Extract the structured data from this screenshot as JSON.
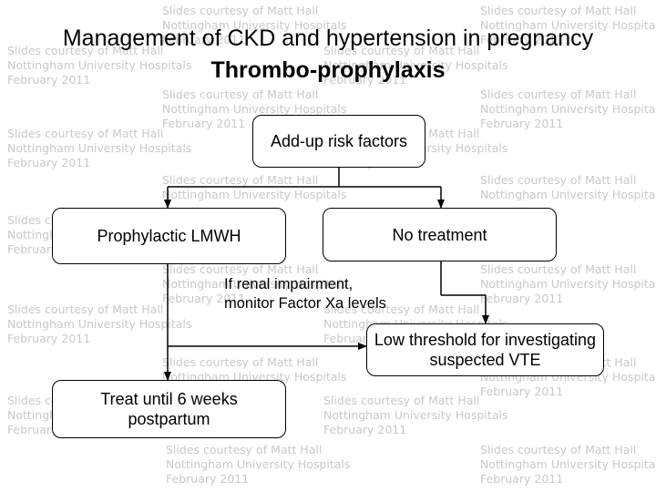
{
  "title": "Management of CKD and hypertension in pregnancy",
  "subtitle": "Thrombo-prophylaxis",
  "watermark": {
    "line1": "Slides courtesy of Matt Hall",
    "line2": "Nottingham University Hospitals",
    "line3": "February 2011"
  },
  "boxes": {
    "risk_factors": "Add-up risk factors",
    "prophylactic": "Prophylactic LMWH",
    "no_treatment": "No treatment",
    "low_threshold": "Low threshold for investigating suspected VTE",
    "treat_until": "Treat until 6 weeks postpartum"
  },
  "note": {
    "line1": "If renal impairment,",
    "line2": "monitor Factor Xa levels"
  }
}
